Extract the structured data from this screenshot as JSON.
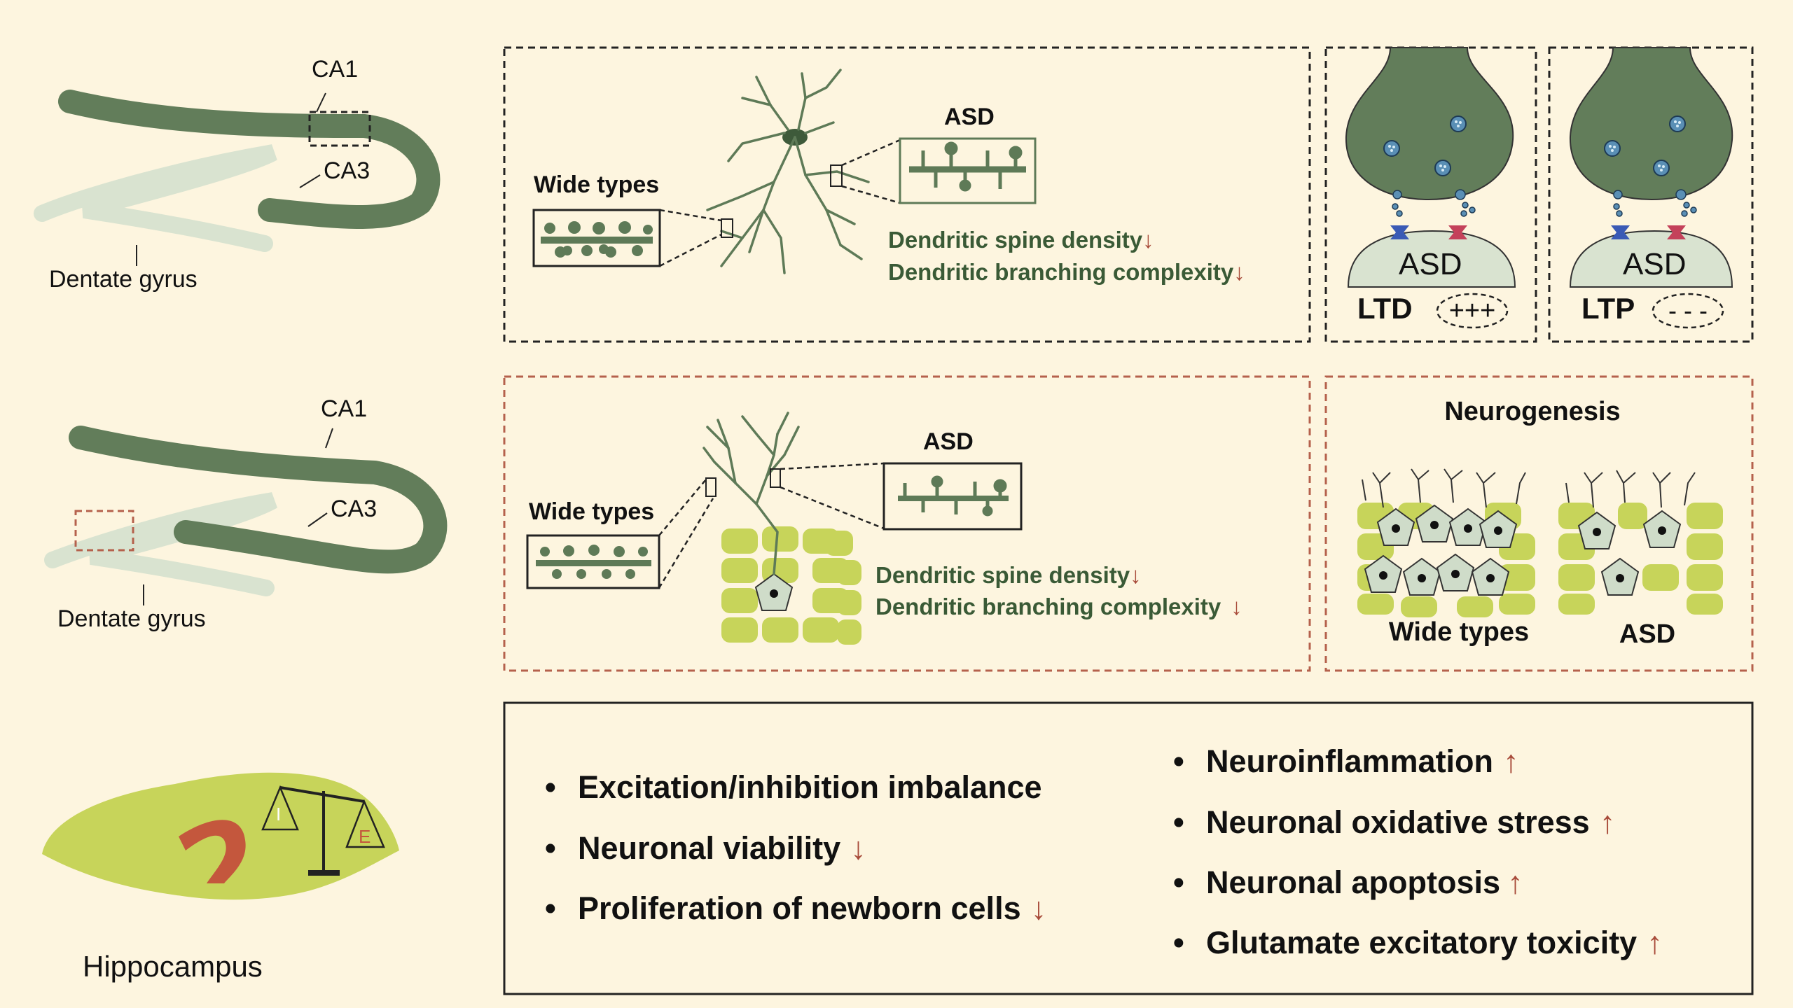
{
  "colors": {
    "background": "#fdf5df",
    "hippocampus_dark": "#627d5a",
    "dentate_light": "#d9e3d0",
    "brain_green": "#c7d45a",
    "hippocampus_red": "#c4573d",
    "red_arrow": "#a84b3a",
    "dendrite_text": "#3a5a36",
    "red_dash": "#b5614c"
  },
  "top_left_hippocampus": {
    "ca1": "CA1",
    "ca3": "CA3",
    "dentate": "Dentate gyrus"
  },
  "mid_left_hippocampus": {
    "ca1": "CA1",
    "ca3": "CA3",
    "dentate": "Dentate gyrus"
  },
  "brain": {
    "label": "Hippocampus",
    "scale_left": "I",
    "scale_right": "E"
  },
  "ca1_panel": {
    "wide_types": "Wide types",
    "asd": "ASD",
    "line1": "Dendritic spine density",
    "line2": "Dendritic branching complexity",
    "arrow": "↓"
  },
  "ltd_panel": {
    "asd": "ASD",
    "label": "LTD",
    "sign": "+++"
  },
  "ltp_panel": {
    "asd": "ASD",
    "label": "LTP",
    "sign": "- - -"
  },
  "dg_panel": {
    "wide_types": "Wide types",
    "asd": "ASD",
    "line1": "Dendritic spine density",
    "line2": "Dendritic branching complexity",
    "arrow": "↓"
  },
  "neurogenesis_panel": {
    "title": "Neurogenesis",
    "wide_types": "Wide types",
    "asd": "ASD"
  },
  "summary": {
    "bullet": "•",
    "left": [
      {
        "text": "Excitation/inhibition imbalance",
        "arrow": ""
      },
      {
        "text": "Neuronal viability",
        "arrow": "↓"
      },
      {
        "text": "Proliferation of newborn cells",
        "arrow": "↓"
      }
    ],
    "right": [
      {
        "text": "Neuroinflammation",
        "arrow": "↑"
      },
      {
        "text": "Neuronal oxidative stress",
        "arrow": "↑"
      },
      {
        "text": "Neuronal apoptosis",
        "arrow": "↑"
      },
      {
        "text": "Glutamate excitatory toxicity",
        "arrow": "↑"
      }
    ]
  }
}
